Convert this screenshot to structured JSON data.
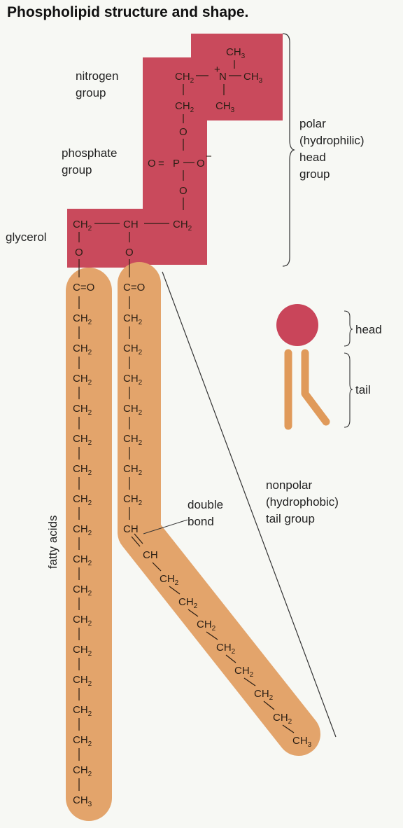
{
  "title": "Phospholipid structure and shape.",
  "labels": {
    "nitrogen_group": [
      "nitrogen",
      "group"
    ],
    "phosphate_group": [
      "phosphate",
      "group"
    ],
    "glycerol": "glycerol",
    "polar_head": [
      "polar",
      "(hydrophilic)",
      "head",
      "group"
    ],
    "fatty_acids": "fatty acids",
    "double_bond": [
      "double",
      "bond"
    ],
    "nonpolar_tail": [
      "nonpolar",
      "(hydrophobic)",
      "tail group"
    ],
    "icon_head": "head",
    "icon_tail": "tail"
  },
  "formula": {
    "ch3": "CH",
    "three": "3",
    "ch2": "CH",
    "two": "2",
    "n": "N",
    "plus": "+",
    "o": "O",
    "p": "P",
    "o_minus": "O",
    "minus": "−",
    "ch": "CH",
    "carbonyl": "C=O",
    "eq": "=",
    "dash": "—",
    "vbar": "|"
  },
  "colors": {
    "head_fill": "#c94a5c",
    "tail_fill": "#e3a46b",
    "ink": "#2a1e14",
    "icon_head": "#c9455a",
    "icon_tail": "#e09a5a"
  }
}
